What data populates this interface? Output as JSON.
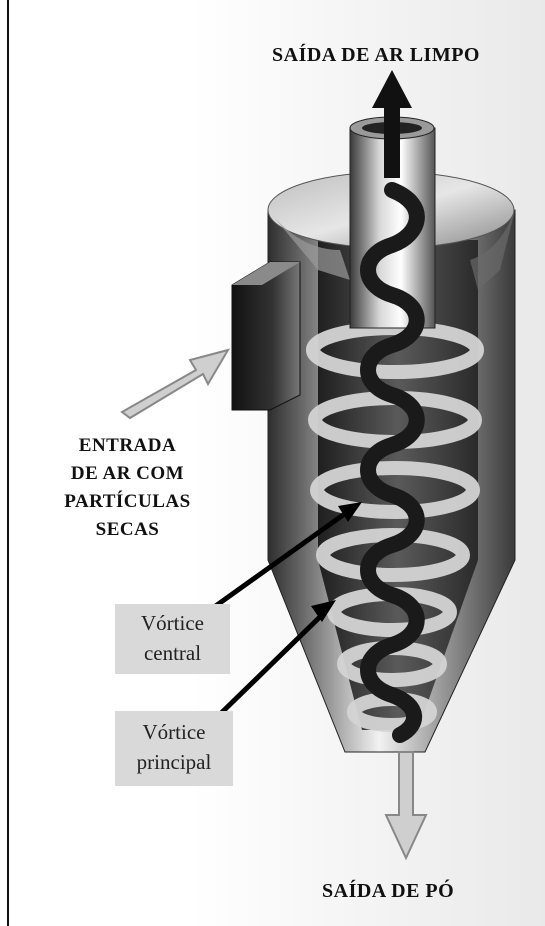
{
  "labels": {
    "clean_air_outlet": "SAÍDA DE AR LIMPO",
    "dust_outlet": "SAÍDA DE PÓ",
    "inlet_line1": "ENTRADA",
    "inlet_line2": "DE AR COM",
    "inlet_line3": "PARTÍCULAS",
    "inlet_line4": "SECAS",
    "central_vortex_line1": "Vórtice",
    "central_vortex_line2": "central",
    "main_vortex_line1": "Vórtice",
    "main_vortex_line2": "principal"
  },
  "colors": {
    "body_dark": "#3a3a3a",
    "body_light": "#e8e8e8",
    "label_box": "#d9d9d9",
    "arrow_light": "#c8c8c8",
    "core_vortex": "#1a1a1a"
  }
}
